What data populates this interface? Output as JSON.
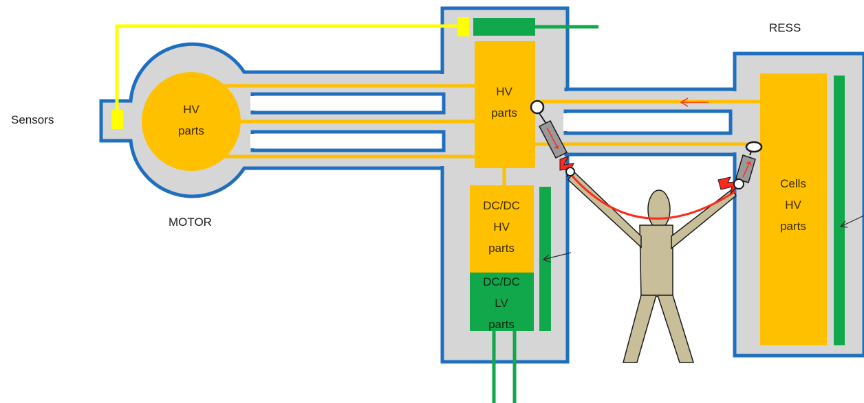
{
  "labels": {
    "sensors": "Sensors",
    "motor": "MOTOR",
    "ress": "RESS"
  },
  "blocks": {
    "motor_hv": [
      "HV",
      "parts"
    ],
    "controller_hv": [
      "HV",
      "parts"
    ],
    "dcdc_hv": [
      "DC/DC",
      "HV",
      "parts"
    ],
    "dcdc_lv": [
      "DC/DC",
      "LV",
      "parts"
    ],
    "cells_hv": [
      "Cells",
      "HV",
      "parts"
    ]
  },
  "colors": {
    "enclosure_fill": "#d6d6d6",
    "enclosure_stroke": "#1f6fbf",
    "hv_orange": "#ffc000",
    "lv_green": "#10a84a",
    "sensor_yellow": "#ffff00",
    "person_fill": "#c8bf9a",
    "current_red": "#ff2a1a"
  }
}
